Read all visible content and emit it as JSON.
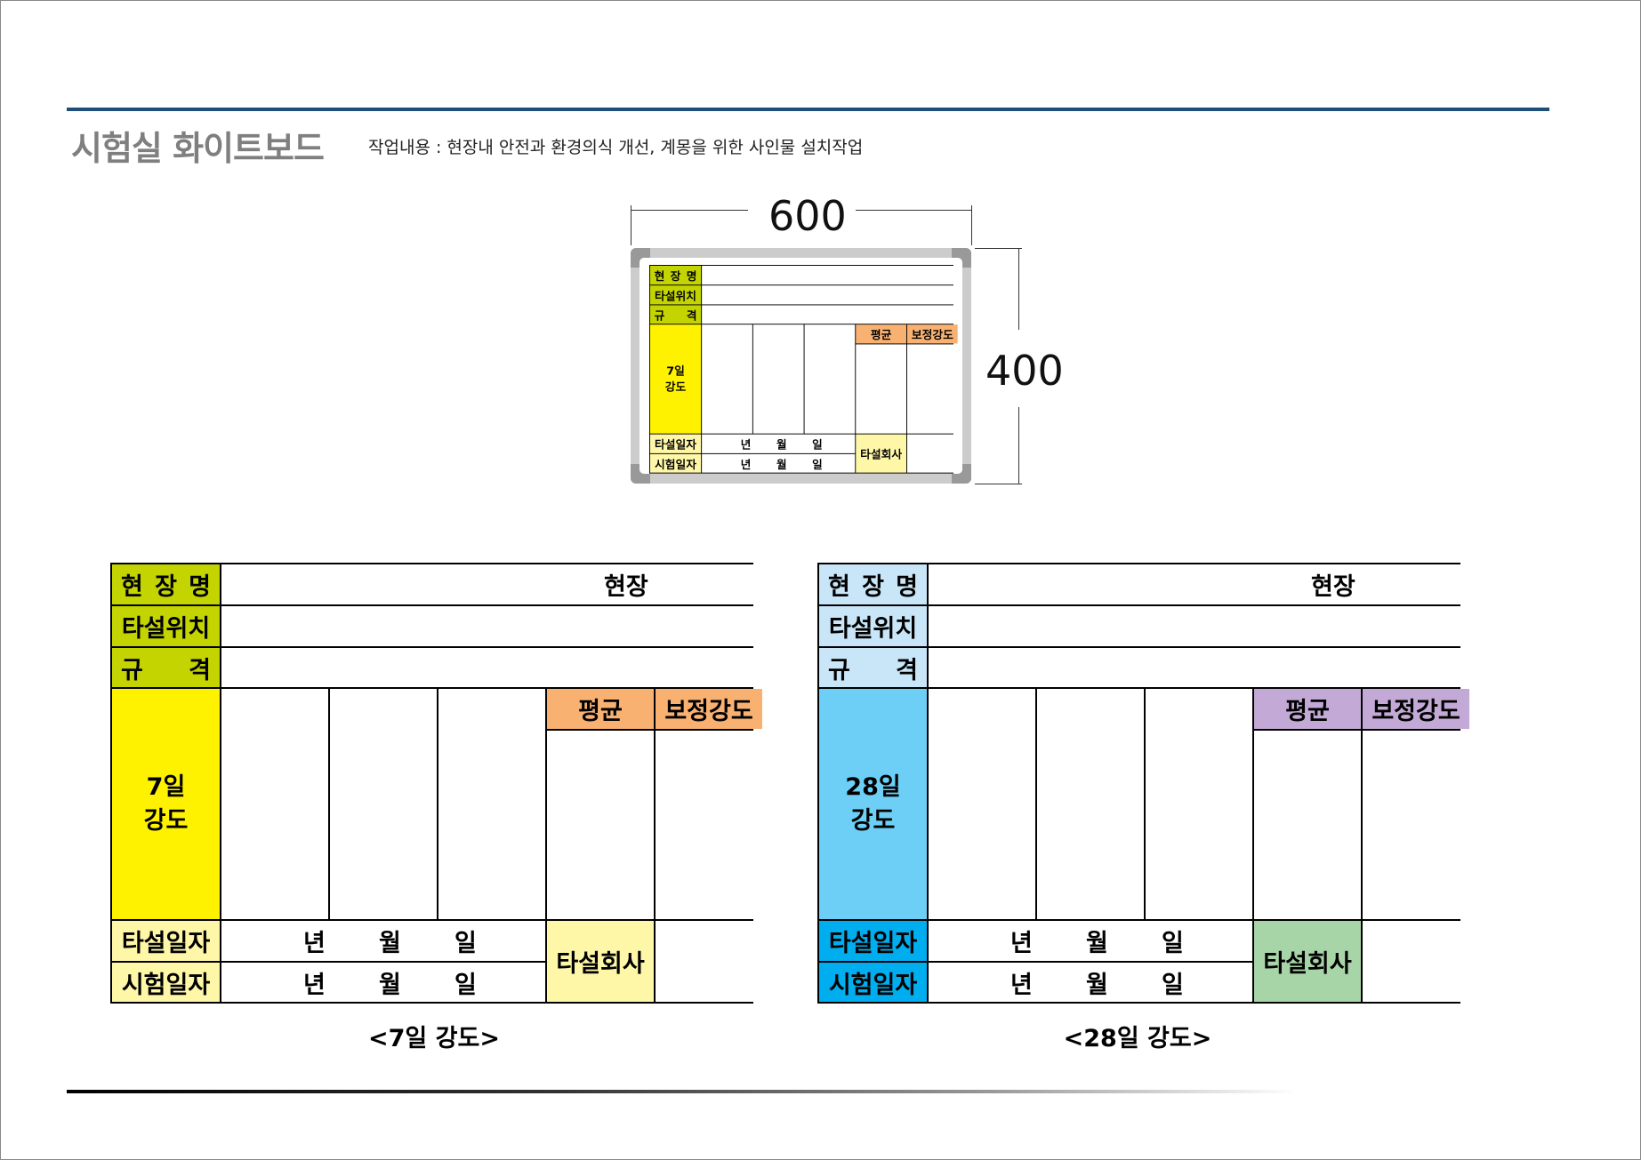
{
  "header": {
    "title": "시험실 화이트보드",
    "subtitle": "작업내용 : 현장내 안전과 환경의식 개선, 계몽을 위한 사인물 설치작업"
  },
  "dimensions": {
    "width": "600",
    "height": "400"
  },
  "tables": [
    {
      "id": "mini",
      "site_value": "",
      "strength_label": [
        "7일",
        "강도"
      ],
      "colors": {
        "label": "#c3d400",
        "strength": "#fff200",
        "header": "#f9b172",
        "date_label": "#fff7a8",
        "company": "#fff7a8"
      }
    },
    {
      "id": "7day",
      "site_value": "현장",
      "strength_label": [
        "7일",
        "강도"
      ],
      "colors": {
        "label": "#c3d400",
        "strength": "#fff200",
        "header": "#f9b172",
        "date_label": "#fff7a8",
        "company": "#fff7a8"
      }
    },
    {
      "id": "28day",
      "site_value": "현장",
      "strength_label": [
        "28일",
        "강도"
      ],
      "colors": {
        "label": "#c8e6f8",
        "strength": "#6dcff6",
        "header": "#c3a9d6",
        "date_label": "#00aeef",
        "company": "#a8d5a8"
      }
    }
  ],
  "labels": {
    "site_name": [
      "현",
      "장",
      "명"
    ],
    "pour_location": "타설위치",
    "spec": [
      "규",
      "격"
    ],
    "average": "평균",
    "corrected": "보정강도",
    "pour_date": "타설일자",
    "test_date": "시험일자",
    "company": "타설회사",
    "date_units": [
      "년",
      "월",
      "일"
    ]
  },
  "captions": {
    "7day": "<7일 강도>",
    "28day": "<28일 강도>"
  }
}
